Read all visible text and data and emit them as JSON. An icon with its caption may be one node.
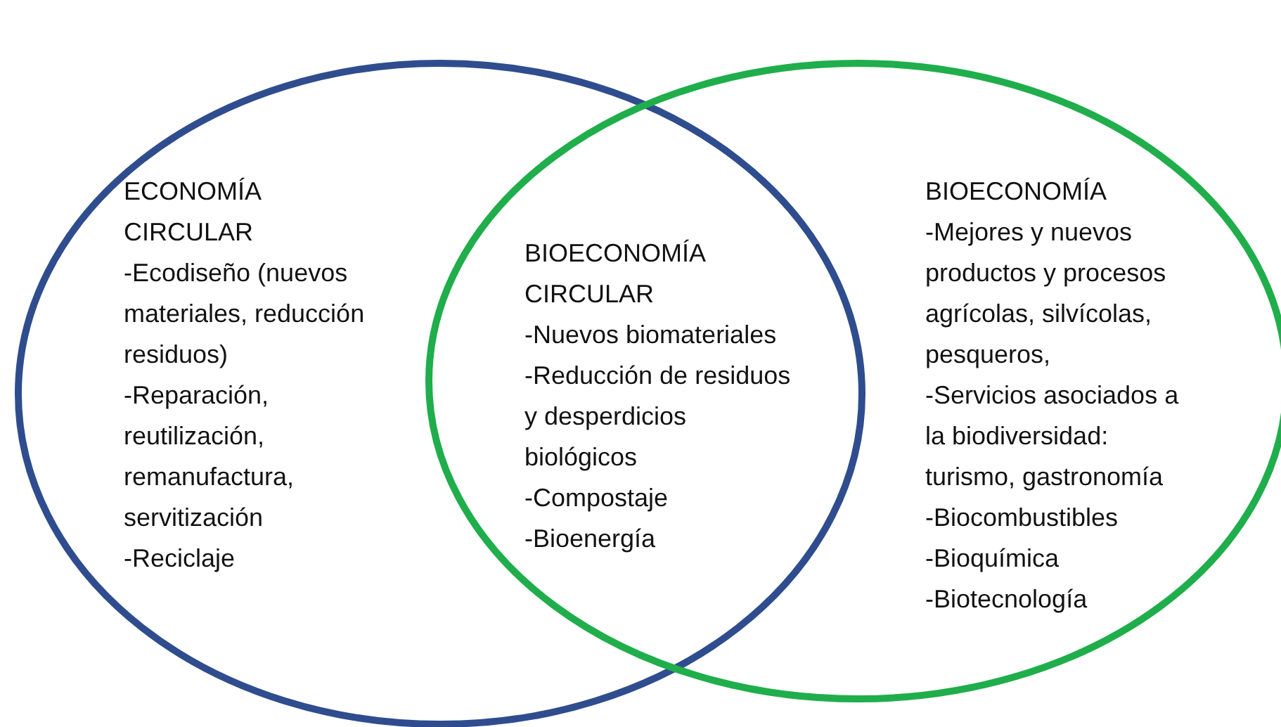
{
  "diagram": {
    "nodes": [
      {
        "text": [
          "ECONOMÍA CIRCULAR",
          "-Ecodiseño (nuevos materiales, reducción residuos)",
          "-Reparación, reutilización, remanufactura, servitización",
          "-Reciclaje"
        ]
      },
      {
        "text": [
          "BIOECONOMÍA",
          "-Mejores y nuevos productos y procesos agrícolas, silvícolas, pesqueros,",
          "-Servicios asociados a la biodiversidad: turismo, gastronomía",
          "-Biocombustibles",
          "-Bioquímica",
          "-Biotecnología"
        ]
      }
    ],
    "labels": [
      "BIOECONOMÍA CIRCULAR",
      "-Nuevos biomateriales",
      "-Reducción de residuos y desperdicios biológicos",
      "-Compostaje",
      "-Bioenergía"
    ]
  }
}
